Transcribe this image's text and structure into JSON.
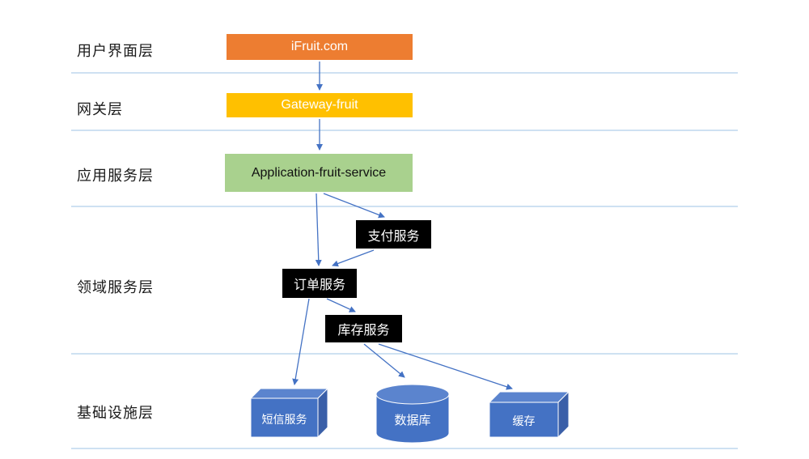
{
  "diagram": {
    "title": "iFruit layered architecture diagram",
    "layers": [
      {
        "id": "ui-layer",
        "label": "用户界面层"
      },
      {
        "id": "gateway-layer",
        "label": "网关层"
      },
      {
        "id": "application-layer",
        "label": "应用服务层"
      },
      {
        "id": "domain-layer",
        "label": "领域服务层"
      },
      {
        "id": "infrastructure-layer",
        "label": "基础设施层"
      }
    ],
    "nodes": {
      "ui": {
        "label": "iFruit.com",
        "shape": "rect",
        "color": "#ED7D31",
        "layer": "用户界面层"
      },
      "gateway": {
        "label": "Gateway-fruit",
        "shape": "rect",
        "color": "#FFC000",
        "layer": "网关层"
      },
      "app": {
        "label": "Application-fruit-service",
        "shape": "rect",
        "color": "#A9D18E",
        "layer": "应用服务层"
      },
      "payment": {
        "label": "支付服务",
        "shape": "rect",
        "color": "#000000",
        "layer": "领域服务层"
      },
      "order": {
        "label": "订单服务",
        "shape": "rect",
        "color": "#000000",
        "layer": "领域服务层"
      },
      "inventory": {
        "label": "库存服务",
        "shape": "rect",
        "color": "#000000",
        "layer": "领域服务层"
      },
      "sms": {
        "label": "短信服务",
        "shape": "cube-3d",
        "color": "#4472C4",
        "layer": "基础设施层"
      },
      "database": {
        "label": "数据库",
        "shape": "cylinder",
        "color": "#4472C4",
        "layer": "基础设施层"
      },
      "cache": {
        "label": "缓存",
        "shape": "cube-3d",
        "color": "#4472C4",
        "layer": "基础设施层"
      }
    },
    "edges": [
      {
        "from": "ui",
        "to": "gateway"
      },
      {
        "from": "gateway",
        "to": "app"
      },
      {
        "from": "app",
        "to": "payment"
      },
      {
        "from": "app",
        "to": "order"
      },
      {
        "from": "payment",
        "to": "order"
      },
      {
        "from": "order",
        "to": "inventory"
      },
      {
        "from": "order",
        "to": "sms"
      },
      {
        "from": "inventory",
        "to": "database"
      },
      {
        "from": "inventory",
        "to": "cache"
      }
    ],
    "colors": {
      "ui_box": "#ED7D31",
      "gateway_box": "#FFC000",
      "app_box": "#A9D18E",
      "domain_box": "#000000",
      "infra_shape": "#4472C4",
      "infra_shape_light": "#5B84CE",
      "infra_shape_dark": "#3A5FA8",
      "arrow": "#4472C4",
      "divider_line": "#9DC3E6",
      "text_dark": "#1a1a1a",
      "text_light": "#ffffff"
    }
  }
}
